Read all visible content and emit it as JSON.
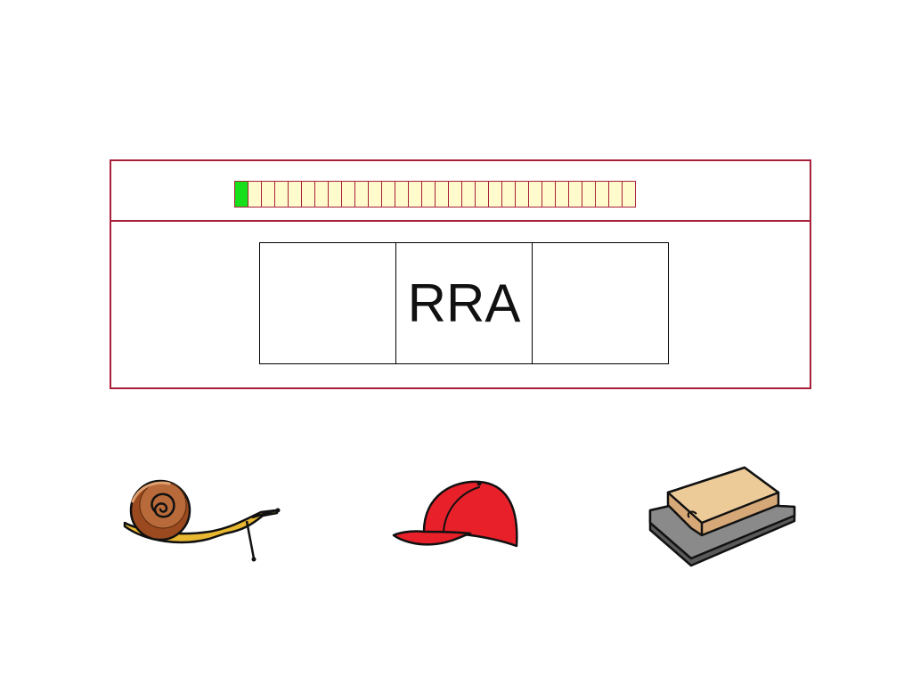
{
  "progress": {
    "total_cells": 30,
    "completed_cells": 1,
    "done_color": "#17e01a",
    "pending_color": "#fffbcc"
  },
  "syllable_slots": [
    {
      "text": ""
    },
    {
      "text": "RRA"
    },
    {
      "text": ""
    }
  ],
  "choices": [
    {
      "icon": "snail-icon"
    },
    {
      "icon": "cap-icon"
    },
    {
      "icon": "stamp-pad-icon"
    }
  ],
  "colors": {
    "frame": "#a8203a",
    "cap_red": "#e8202a",
    "snail_shell": "#9a4a1e",
    "snail_body": "#e8b830"
  }
}
